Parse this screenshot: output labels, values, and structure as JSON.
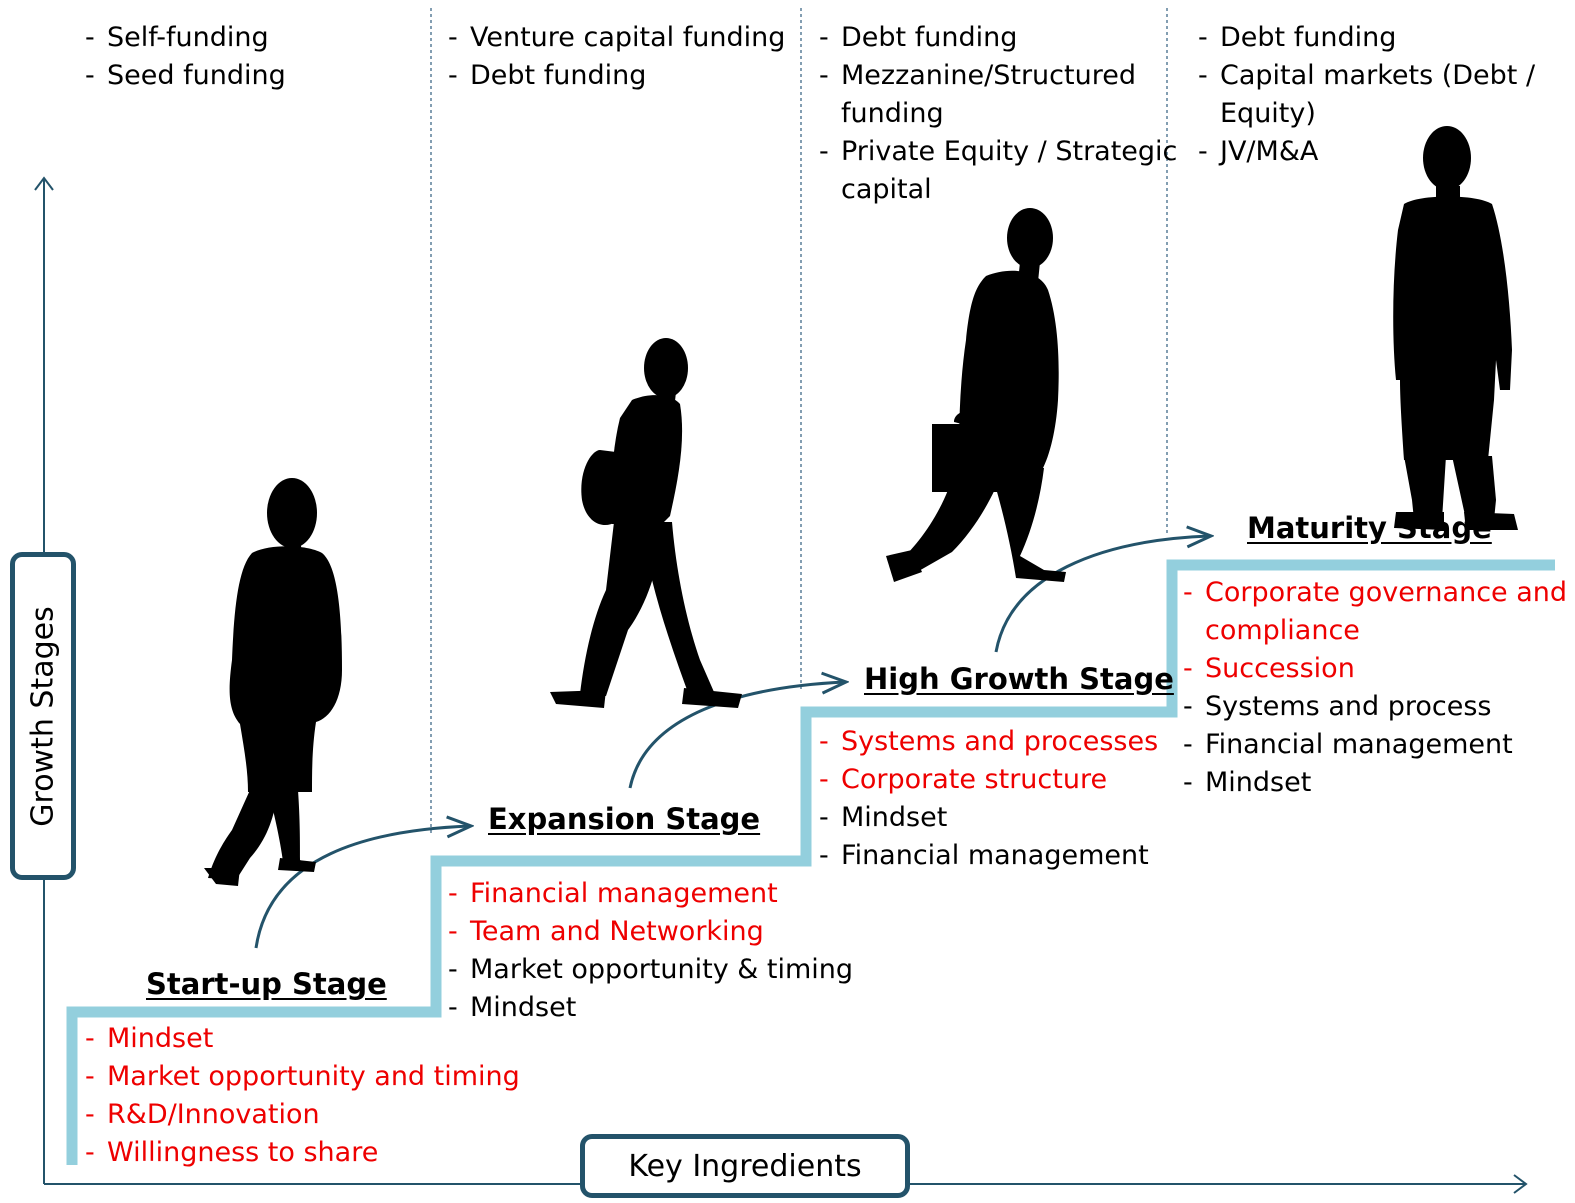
{
  "axes": {
    "y_label": "Growth Stages",
    "x_label": "Key Ingredients"
  },
  "colors": {
    "axis": "#23536a",
    "step": "#93cfdd",
    "priority_text": "#ee0000",
    "normal_text": "#000000",
    "separator": "#5a7f99"
  },
  "stages": [
    {
      "title": "Start-up Stage",
      "funding": [
        {
          "lines": [
            "Self-funding"
          ]
        },
        {
          "lines": [
            "Seed funding"
          ]
        }
      ],
      "ingredients": [
        {
          "lines": [
            "Mindset"
          ],
          "priority": true
        },
        {
          "lines": [
            "Market opportunity and timing"
          ],
          "priority": true
        },
        {
          "lines": [
            "R&D/Innovation"
          ],
          "priority": true
        },
        {
          "lines": [
            "Willingness to share"
          ],
          "priority": true
        }
      ]
    },
    {
      "title": "Expansion Stage",
      "funding": [
        {
          "lines": [
            "Venture capital funding"
          ]
        },
        {
          "lines": [
            "Debt funding"
          ]
        }
      ],
      "ingredients": [
        {
          "lines": [
            "Financial management"
          ],
          "priority": true
        },
        {
          "lines": [
            "Team and Networking"
          ],
          "priority": true
        },
        {
          "lines": [
            "Market opportunity & timing"
          ],
          "priority": false
        },
        {
          "lines": [
            "Mindset"
          ],
          "priority": false
        }
      ]
    },
    {
      "title": "High Growth Stage",
      "funding": [
        {
          "lines": [
            "Debt funding"
          ]
        },
        {
          "lines": [
            "Mezzanine/Structured",
            "funding"
          ]
        },
        {
          "lines": [
            "Private Equity / Strategic",
            "capital"
          ]
        }
      ],
      "ingredients": [
        {
          "lines": [
            "Systems and processes"
          ],
          "priority": true
        },
        {
          "lines": [
            "Corporate structure"
          ],
          "priority": true
        },
        {
          "lines": [
            "Mindset"
          ],
          "priority": false
        },
        {
          "lines": [
            "Financial management"
          ],
          "priority": false
        }
      ]
    },
    {
      "title": "Maturity Stage",
      "funding": [
        {
          "lines": [
            "Debt funding"
          ]
        },
        {
          "lines": [
            "Capital markets (Debt /",
            "Equity)"
          ]
        },
        {
          "lines": [
            "JV/M&A"
          ]
        }
      ],
      "ingredients": [
        {
          "lines": [
            "Corporate  governance and",
            "compliance"
          ],
          "priority": true
        },
        {
          "lines": [
            "Succession"
          ],
          "priority": true
        },
        {
          "lines": [
            "Systems and process"
          ],
          "priority": false
        },
        {
          "lines": [
            "Financial management"
          ],
          "priority": false
        },
        {
          "lines": [
            "Mindset"
          ],
          "priority": false
        }
      ]
    }
  ],
  "figures": [
    {
      "icon": "walking-man-hands-in-pockets-icon"
    },
    {
      "icon": "walking-man-with-backpack-icon"
    },
    {
      "icon": "walking-businessman-with-briefcase-icon"
    },
    {
      "icon": "standing-man-icon"
    }
  ]
}
